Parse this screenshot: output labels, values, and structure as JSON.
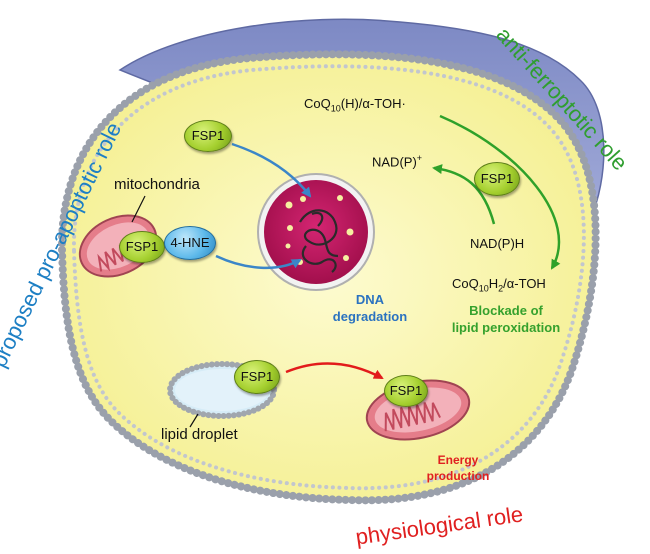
{
  "roles": {
    "pro_apoptotic": "proposed pro-apoptotic role",
    "anti_ferroptotic": "anti-ferroptotic role",
    "physiological": "physiological role"
  },
  "labels": {
    "mitochondria": "mitochondria",
    "lipid_droplet": "lipid droplet",
    "dna_degradation_1": "DNA",
    "dna_degradation_2": "degradation",
    "blockade_1": "Blockade of",
    "blockade_2": "lipid peroxidation",
    "energy_1": "Energy",
    "energy_2": "production"
  },
  "chemistry": {
    "coq_oxidized_pre": "CoQ",
    "coq_oxidized_sub": "10",
    "coq_oxidized_post": "(H)/α-TOH·",
    "coq_reduced_pre": "CoQ",
    "coq_reduced_sub": "10",
    "coq_reduced_mid": "H",
    "coq_reduced_sub2": "2",
    "coq_reduced_post": "/α-TOH",
    "nadp_plus_base": "NAD(P)",
    "nadp_plus_sup": "+",
    "nadph": "NAD(P)H"
  },
  "proteins": {
    "fsp1": "FSP1",
    "hne": "4-HNE"
  },
  "colors": {
    "pro_apoptotic": "#1d7fc4",
    "anti_ferroptotic": "#2f9e2f",
    "physiological": "#e02020",
    "cytoplasm": "#fbf7b0",
    "nucleus": "#c0155c",
    "membrane_dot": "#9aa0ab",
    "er": "#8d97c9"
  }
}
